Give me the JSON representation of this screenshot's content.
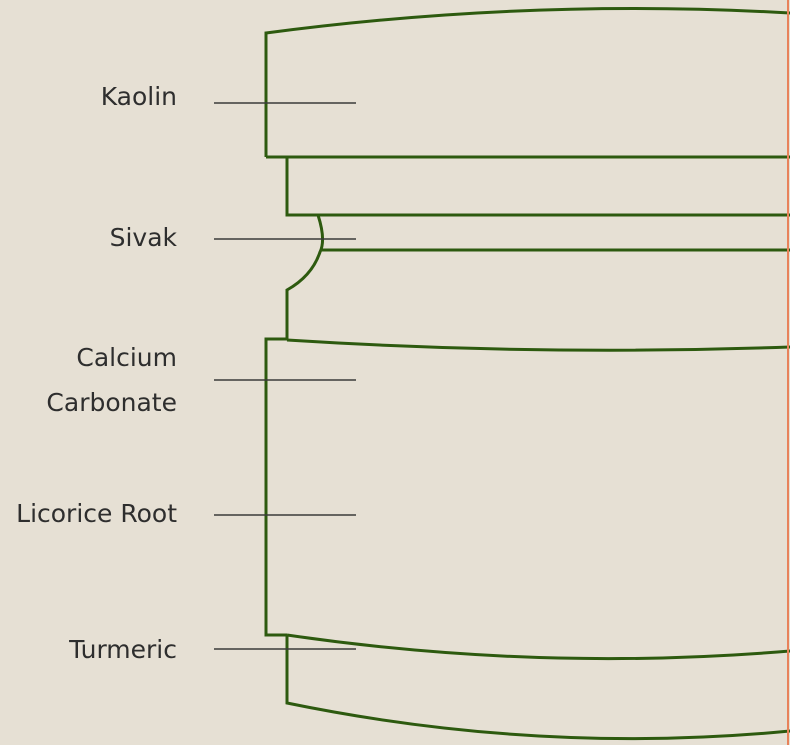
{
  "diagram": {
    "labels": {
      "kaolin": "Kaolin",
      "sivak": "Sivak",
      "calcium_carbonate_line1": "Calcium",
      "calcium_carbonate_line2": "Carbonate",
      "licorice_root": "Licorice Root",
      "turmeric": "Turmeric"
    },
    "colors": {
      "background": "#e6e0d4",
      "outline": "#2d5a0f",
      "leader": "#3a3a3a",
      "right_edge": "#e8825a",
      "text": "#2e2e2e"
    }
  }
}
